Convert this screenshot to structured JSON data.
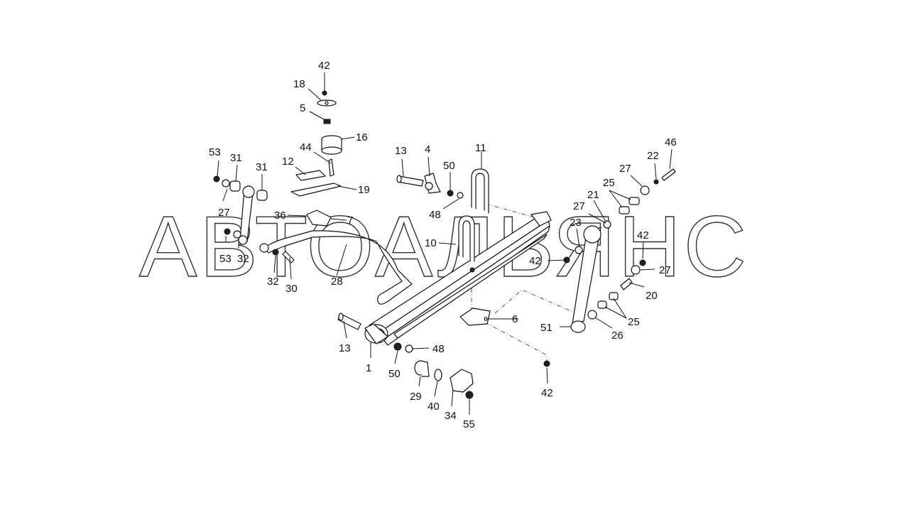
{
  "watermark": "АВТОАЛЬЯНС",
  "callouts": [
    {
      "id": "c42-top",
      "text": "42"
    },
    {
      "id": "c18",
      "text": "18"
    },
    {
      "id": "c5",
      "text": "5"
    },
    {
      "id": "c16",
      "text": "16"
    },
    {
      "id": "c44",
      "text": "44"
    },
    {
      "id": "c12",
      "text": "12"
    },
    {
      "id": "c19",
      "text": "19"
    },
    {
      "id": "c53-top",
      "text": "53"
    },
    {
      "id": "c31-a",
      "text": "31"
    },
    {
      "id": "c31-b",
      "text": "31"
    },
    {
      "id": "c27-left",
      "text": "27"
    },
    {
      "id": "c36",
      "text": "36"
    },
    {
      "id": "c7",
      "text": "7"
    },
    {
      "id": "c53-mid",
      "text": "53"
    },
    {
      "id": "c32-a",
      "text": "32"
    },
    {
      "id": "c32-b",
      "text": "32"
    },
    {
      "id": "c30",
      "text": "30"
    },
    {
      "id": "c28",
      "text": "28"
    },
    {
      "id": "c13-top",
      "text": "13"
    },
    {
      "id": "c4",
      "text": "4"
    },
    {
      "id": "c50-top",
      "text": "50"
    },
    {
      "id": "c11",
      "text": "11"
    },
    {
      "id": "c48-top",
      "text": "48"
    },
    {
      "id": "c10",
      "text": "10"
    },
    {
      "id": "c46",
      "text": "46"
    },
    {
      "id": "c22",
      "text": "22"
    },
    {
      "id": "c27-r1",
      "text": "27"
    },
    {
      "id": "c25-top",
      "text": "25"
    },
    {
      "id": "c21",
      "text": "21"
    },
    {
      "id": "c27-r2",
      "text": "27"
    },
    {
      "id": "c23",
      "text": "23"
    },
    {
      "id": "c42-right",
      "text": "42"
    },
    {
      "id": "c42-mid",
      "text": "42"
    },
    {
      "id": "c27-r3",
      "text": "27"
    },
    {
      "id": "c20",
      "text": "20"
    },
    {
      "id": "c25-bot",
      "text": "25"
    },
    {
      "id": "c26",
      "text": "26"
    },
    {
      "id": "c51",
      "text": "51"
    },
    {
      "id": "c6",
      "text": "6"
    },
    {
      "id": "c13-bot",
      "text": "13"
    },
    {
      "id": "c48-bot",
      "text": "48"
    },
    {
      "id": "c1",
      "text": "1"
    },
    {
      "id": "c50-bot",
      "text": "50"
    },
    {
      "id": "c29",
      "text": "29"
    },
    {
      "id": "c40",
      "text": "40"
    },
    {
      "id": "c34",
      "text": "34"
    },
    {
      "id": "c55",
      "text": "55"
    },
    {
      "id": "c42-bot",
      "text": "42"
    }
  ]
}
